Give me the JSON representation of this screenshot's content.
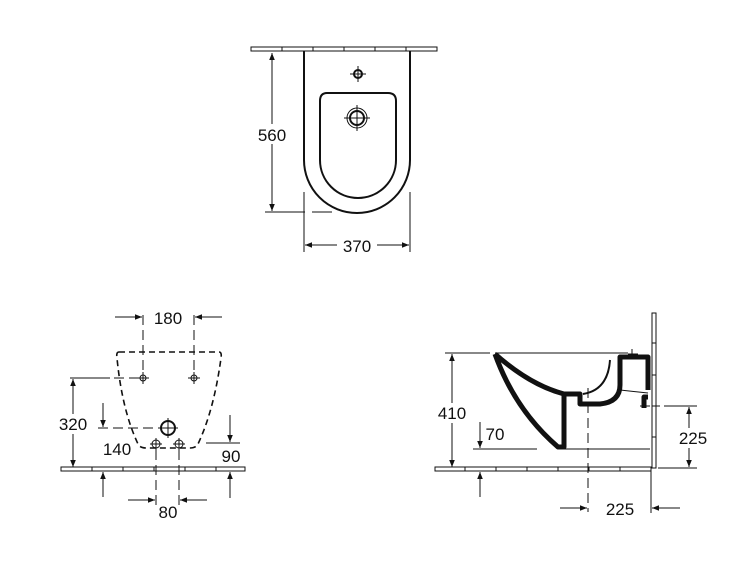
{
  "drawing": {
    "top_view": {
      "depth_label": "560",
      "width_label": "370"
    },
    "front_view": {
      "bolt_spacing_label": "180",
      "bolt_height_label": "320",
      "waste_height_label": "140",
      "supply_height_label": "90",
      "supply_spacing_label": "80"
    },
    "side_view": {
      "rim_height_label": "410",
      "min_clearance_label": "70",
      "outlet_height_label": "225",
      "outlet_distance_label": "225"
    }
  },
  "colors": {
    "line": "#111111",
    "background": "#ffffff"
  }
}
